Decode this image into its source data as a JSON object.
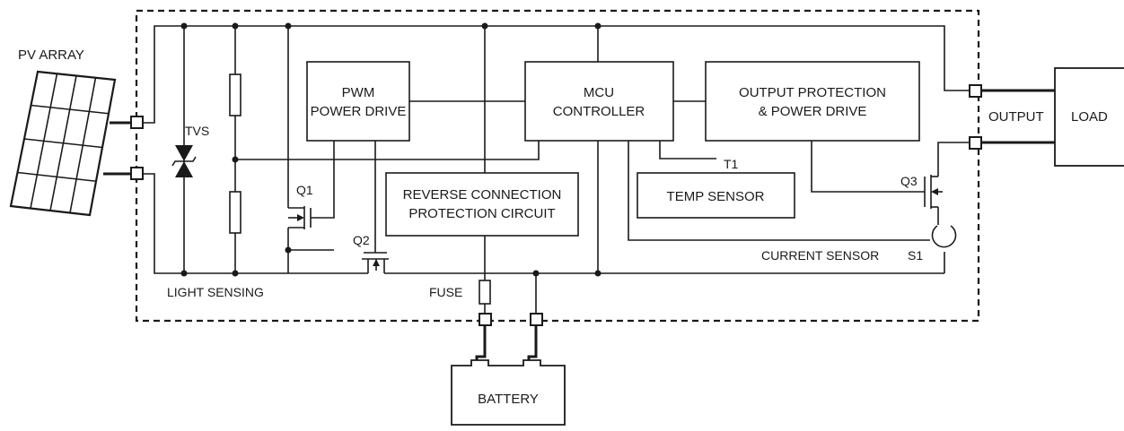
{
  "labels": {
    "pv_array": "PV ARRAY",
    "tvs": "TVS",
    "light_sensing": "LIGHT SENSING",
    "pwm_line1": "PWM",
    "pwm_line2": "POWER DRIVE",
    "mcu_line1": "MCU",
    "mcu_line2": "CONTROLLER",
    "outprot_line1": "OUTPUT PROTECTION",
    "outprot_line2": "& POWER DRIVE",
    "reverse_line1": "REVERSE CONNECTION",
    "reverse_line2": "PROTECTION CIRCUIT",
    "temp_sensor": "TEMP SENSOR",
    "t1": "T1",
    "q1": "Q1",
    "q2": "Q2",
    "q3": "Q3",
    "s1": "S1",
    "current_sensor": "CURRENT SENSOR",
    "fuse": "FUSE",
    "output": "OUTPUT",
    "load": "LOAD",
    "battery": "BATTERY"
  }
}
